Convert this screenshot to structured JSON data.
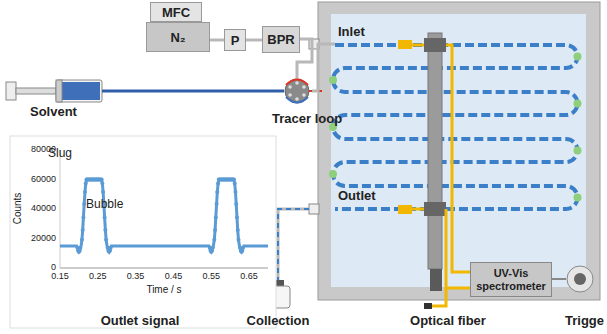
{
  "diagram": {
    "nodes": [
      {
        "text": [
          "MFC"
        ]
      },
      {
        "text": [
          "N₂"
        ]
      },
      {
        "text": [
          "P"
        ]
      },
      {
        "text": [
          "BPR"
        ]
      },
      {
        "text": [
          "UV-Vis spectrometer"
        ]
      }
    ],
    "edges": [
      {
        "from": 1,
        "to": 2,
        "arrow": "none"
      },
      {
        "from": 2,
        "to": 3,
        "arrow": "none"
      }
    ],
    "labels": [
      "Solvent",
      "Tracer loop",
      "Inlet",
      "Outlet",
      "Slug",
      "Bubble",
      "80000",
      "60000",
      "40000",
      "20000",
      "0",
      "0.15",
      "0.25",
      "0.35",
      "0.45",
      "0.55",
      "0.65",
      "Counts",
      "Time / s",
      "Outlet signal",
      "Collection",
      "Optical fiber",
      "Trigge"
    ]
  }
}
